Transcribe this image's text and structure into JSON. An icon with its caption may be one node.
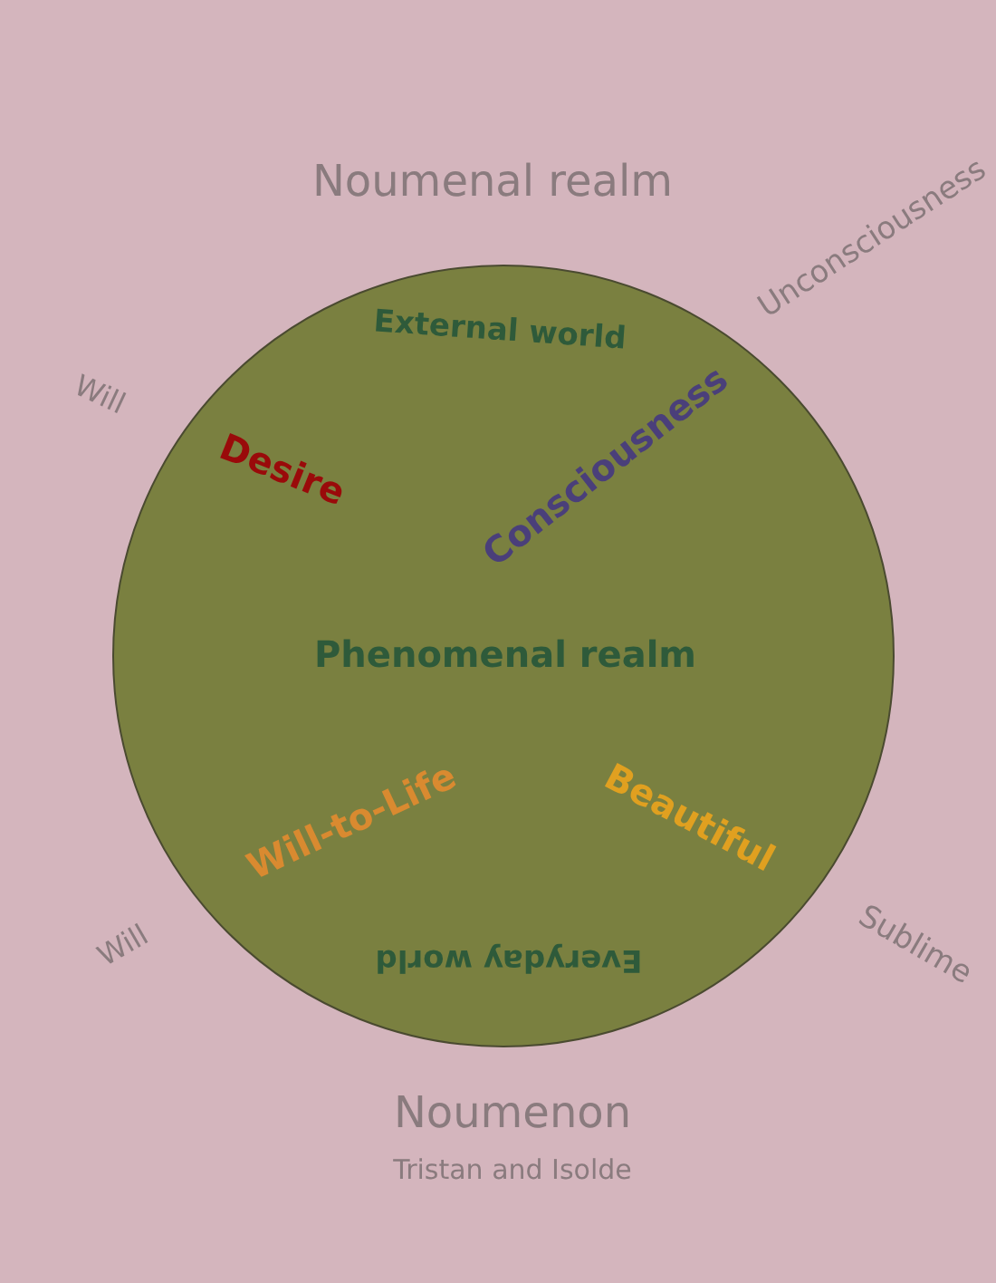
{
  "diagram": {
    "nodes": [
      {
        "text": [
          "External world",
          "Desire",
          "Consciousness",
          "Phenomenal realm",
          "Will-to-Life",
          "Beautiful",
          "Everyday world"
        ]
      }
    ],
    "labels": [
      "Noumenal realm",
      "Unconsciousness",
      "Will",
      "Will",
      "Sublime",
      "Noumenon",
      "Tristan and Isolde"
    ]
  }
}
